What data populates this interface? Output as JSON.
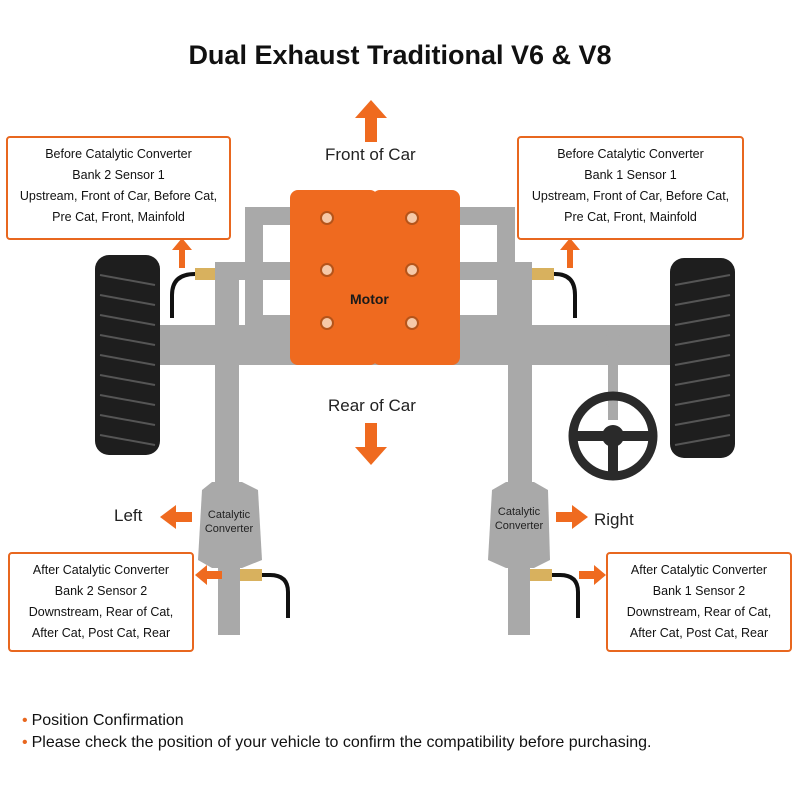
{
  "title": "Dual Exhaust Traditional V6 & V8",
  "labels": {
    "front": "Front of Car",
    "rear": "Rear of Car",
    "left": "Left",
    "right": "Right",
    "motor": "Motor",
    "catalytic_left": [
      "Catalytic",
      "Converter"
    ],
    "catalytic_right": [
      "Catalytic",
      "Converter"
    ]
  },
  "boxes": {
    "bank2_sensor1": [
      "Before Catalytic Converter",
      "Bank 2 Sensor 1",
      "Upstream, Front of Car, Before Cat,",
      "Pre Cat, Front, Mainfold"
    ],
    "bank1_sensor1": [
      "Before Catalytic Converter",
      "Bank 1 Sensor 1",
      "Upstream, Front of Car, Before Cat,",
      "Pre Cat, Front, Mainfold"
    ],
    "bank2_sensor2": [
      "After Catalytic Converter",
      "Bank 2 Sensor 2",
      "Downstream, Rear of Cat,",
      "After Cat, Post Cat, Rear"
    ],
    "bank1_sensor2": [
      "After Catalytic Converter",
      "Bank 1 Sensor 2",
      "Downstream, Rear of Cat,",
      "After Cat, Post Cat, Rear"
    ]
  },
  "notes": [
    "Position Confirmation",
    "Please check the position of your vehicle to confirm the compatibility before purchasing."
  ],
  "colors": {
    "accent": "#e8671f",
    "pipe": "#a9a9a9",
    "tire": "#1e1e1e"
  }
}
